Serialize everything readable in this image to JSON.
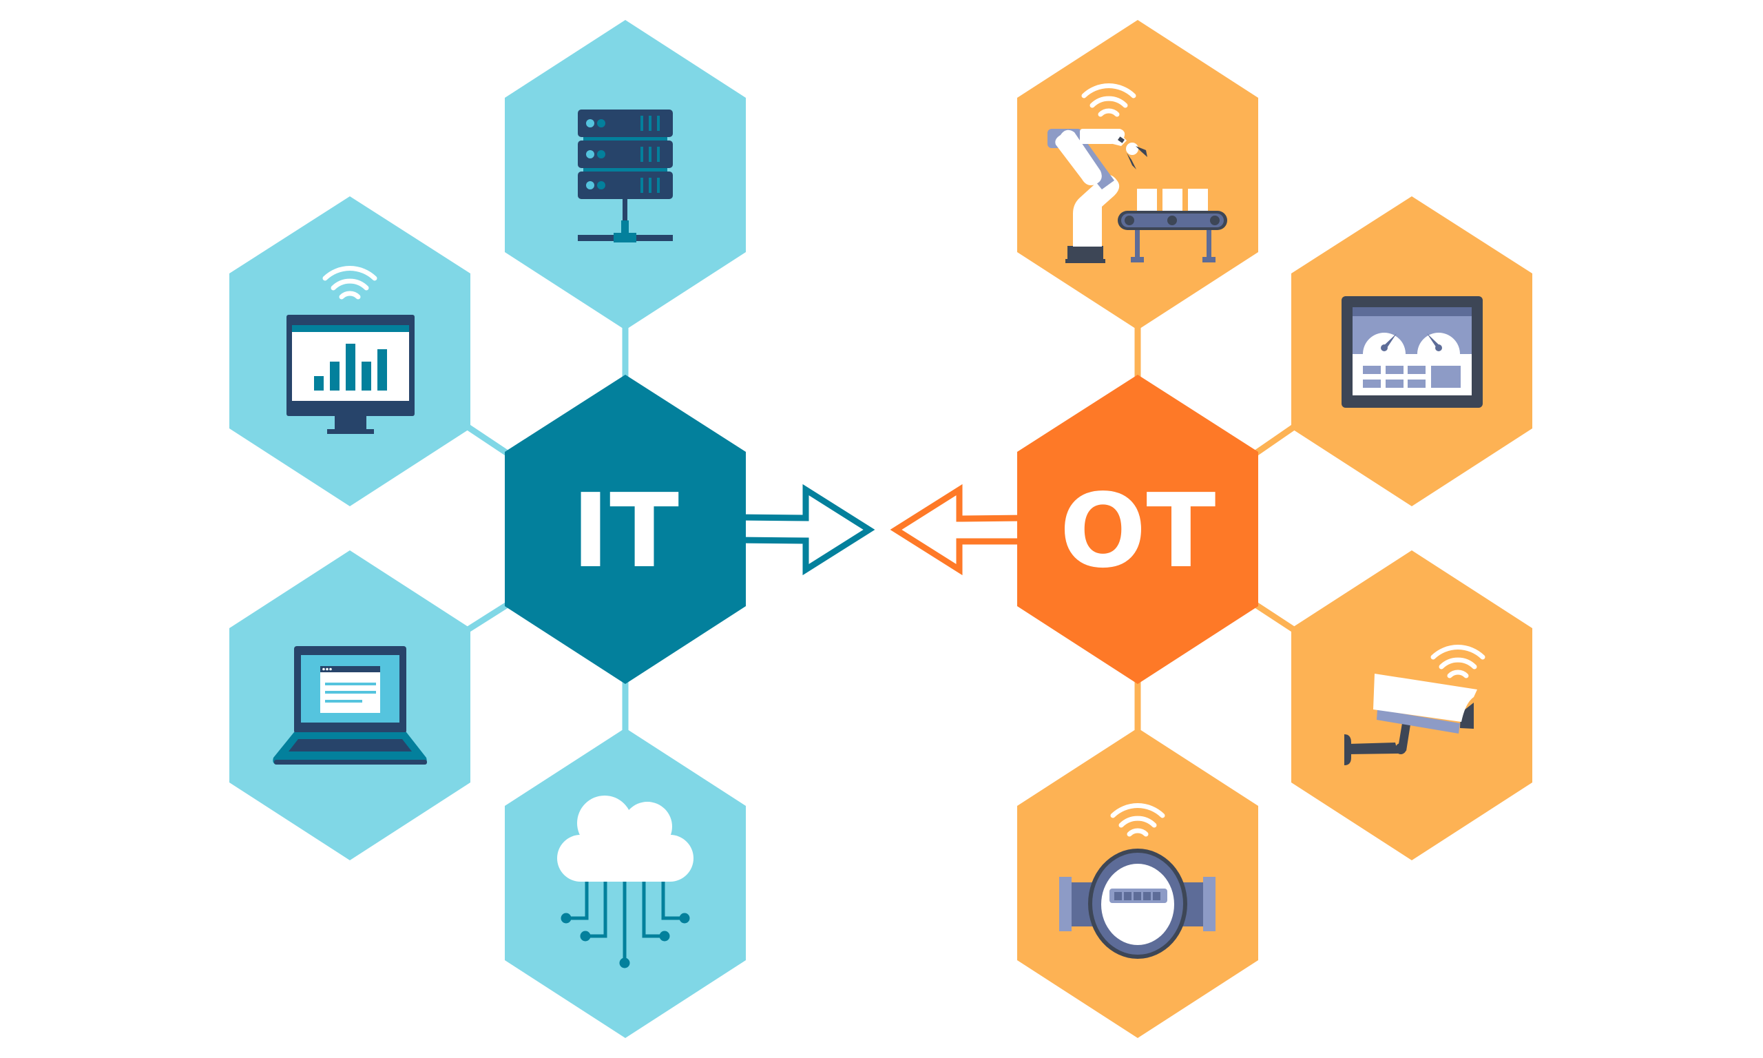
{
  "diagram": {
    "title": "IT / OT convergence",
    "colors": {
      "background": "#ffffff",
      "it_hub": "#03809c",
      "it_satellite": "#80d7e6",
      "it_connector": "#80d7e6",
      "ot_hub": "#fe7927",
      "ot_satellite": "#fdb254",
      "ot_connector": "#fdb254",
      "icon_navy": "#27446a",
      "icon_slate": "#3d4656",
      "icon_periwinkle": "#8d9bc6",
      "icon_periwinkle_dark": "#5d6c98",
      "icon_light_blue": "#55c4de",
      "icon_white": "#ffffff"
    },
    "it_hub": {
      "label": "IT",
      "arrow_direction": "right",
      "satellites": [
        {
          "name": "server-rack",
          "icon": "server-network-icon"
        },
        {
          "name": "monitor-analytics",
          "icon": "monitor-bar-chart-wifi-icon"
        },
        {
          "name": "laptop",
          "icon": "laptop-browser-icon"
        },
        {
          "name": "cloud-computing",
          "icon": "cloud-circuit-icon"
        }
      ]
    },
    "ot_hub": {
      "label": "OT",
      "arrow_direction": "left",
      "satellites": [
        {
          "name": "industrial-robot",
          "icon": "robot-arm-conveyor-wifi-icon"
        },
        {
          "name": "control-panel",
          "icon": "hmi-gauges-panel-icon"
        },
        {
          "name": "security-camera",
          "icon": "cctv-camera-wifi-icon"
        },
        {
          "name": "smart-meter",
          "icon": "water-meter-wifi-icon"
        }
      ]
    }
  }
}
